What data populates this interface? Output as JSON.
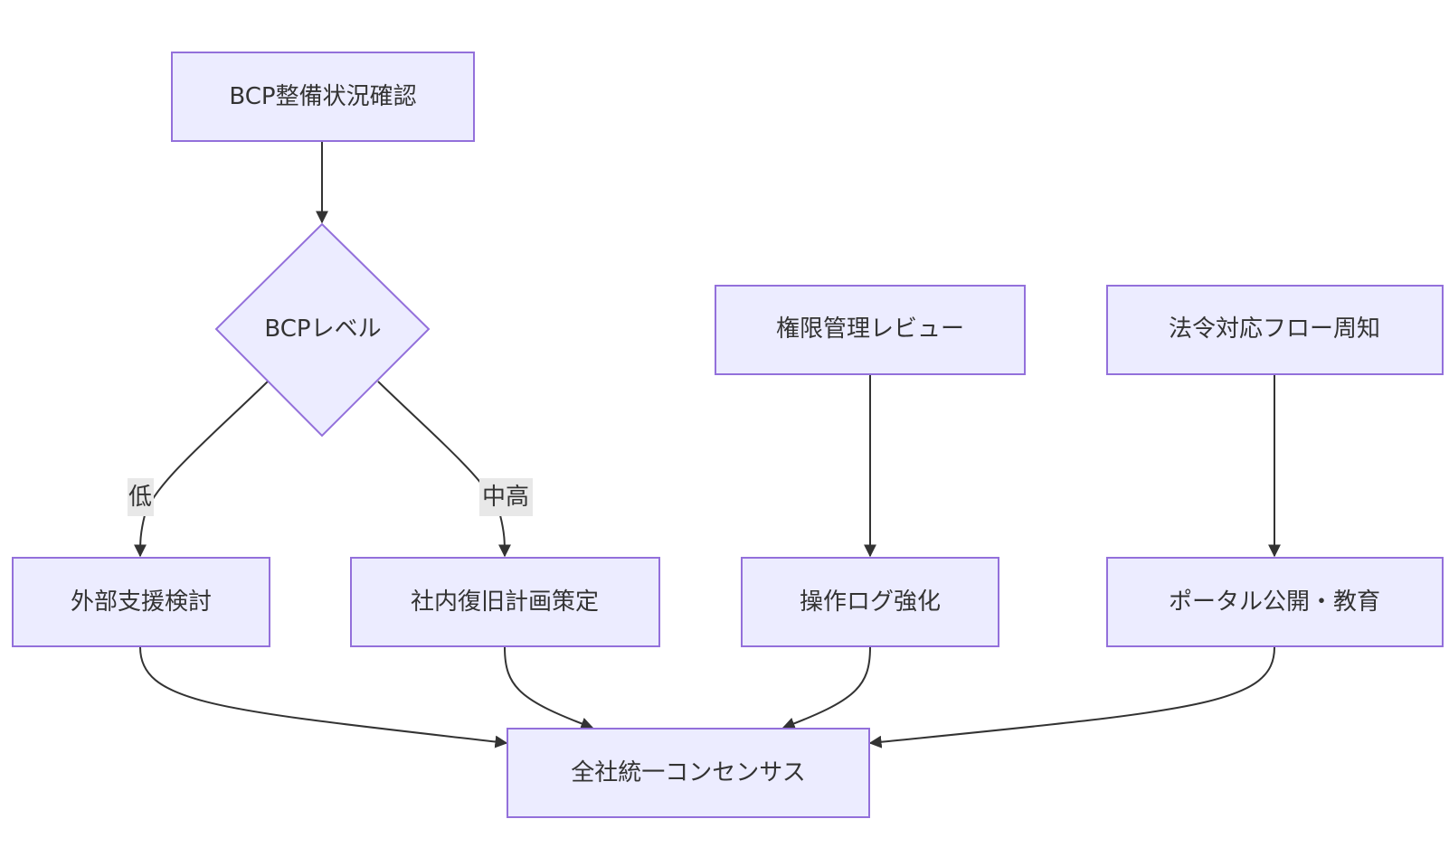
{
  "nodes": {
    "bcp_check": "BCP整備状況確認",
    "bcp_level": "BCPレベル",
    "external_support": "外部支援検討",
    "internal_plan": "社内復旧計画策定",
    "access_review": "権限管理レビュー",
    "op_log": "操作ログ強化",
    "legal_flow": "法令対応フロー周知",
    "portal": "ポータル公開・教育",
    "consensus": "全社統一コンセンサス"
  },
  "edge_labels": {
    "low": "低",
    "mid_high": "中高"
  },
  "colors": {
    "node_fill": "#ececff",
    "node_stroke": "#9370db",
    "edge": "#333333",
    "label_bg": "#e8e8e8"
  }
}
